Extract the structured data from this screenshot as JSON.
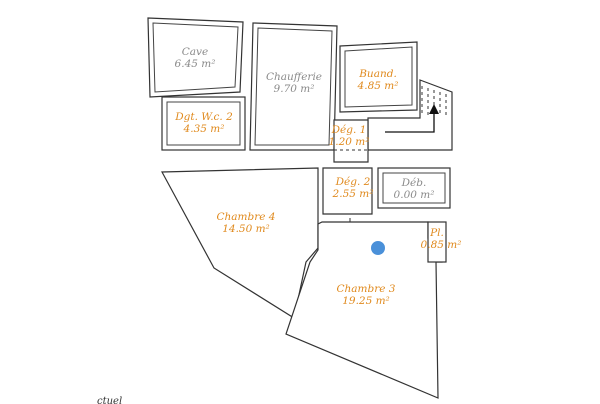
{
  "colors": {
    "label_orange": "#e08a1e",
    "label_grey": "#8a8a8a",
    "wall": "#333333",
    "marker": "#4a90d9"
  },
  "rooms": {
    "cave": {
      "name": "Cave",
      "area": "6.45 m²"
    },
    "chaufferie": {
      "name": "Chaufferie",
      "area": "9.70 m²"
    },
    "buand": {
      "name": "Buand.",
      "area": "4.85 m²"
    },
    "dgt_wc2": {
      "name": "Dgt. W.c. 2",
      "area": "4.35 m²"
    },
    "deg1": {
      "name": "Dég. 1",
      "area": "1.20 m²"
    },
    "deg2": {
      "name": "Dég. 2",
      "area": "2.55 m²"
    },
    "deb": {
      "name": "Déb.",
      "area": "0.00 m²"
    },
    "chambre4": {
      "name": "Chambre 4",
      "area": "14.50 m²"
    },
    "pl": {
      "name": "Pl.",
      "area": "0.85 m²"
    },
    "chambre3": {
      "name": "Chambre 3",
      "area": "19.25 m²"
    }
  },
  "icons": {
    "stairs": "stairs-arrow-icon",
    "marker": "location-dot-icon"
  },
  "footer_text": "ctuel"
}
